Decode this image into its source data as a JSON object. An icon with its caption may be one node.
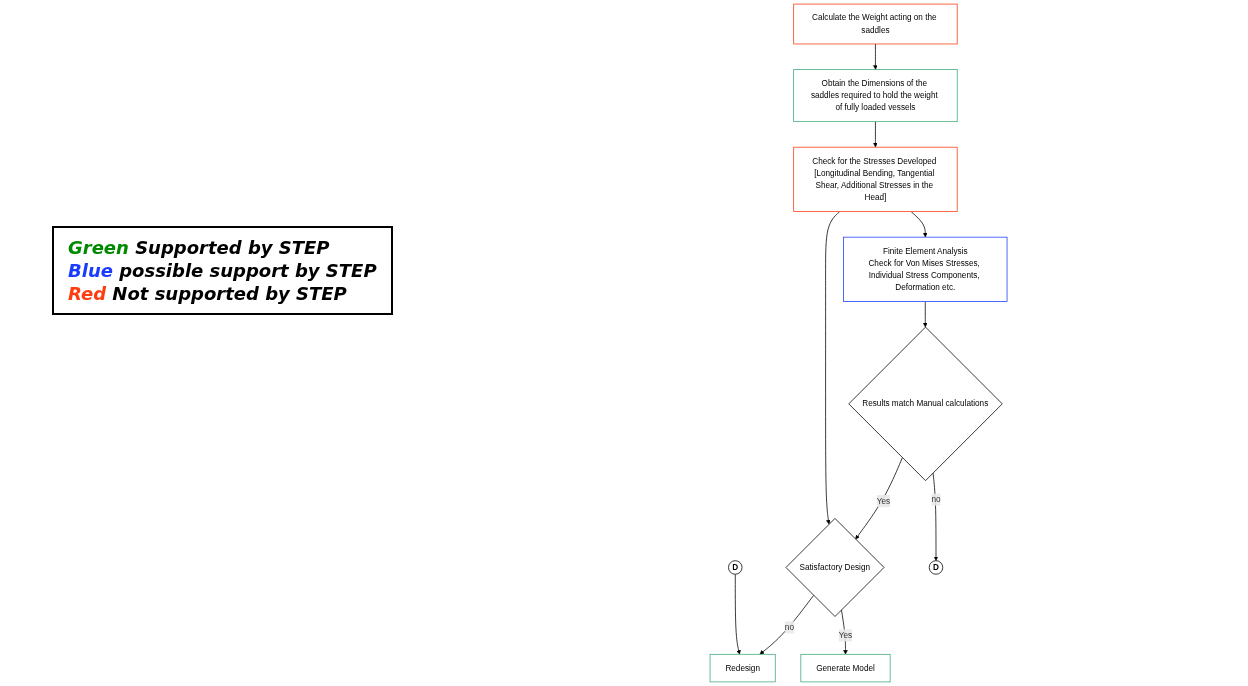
{
  "diagram": {
    "nodes": [
      {
        "text": [
          "Calculate the Weight acting on the saddles"
        ]
      },
      {
        "text": [
          "Obtain the Dimensions of the saddles required to hold the weight of fully loaded vessels"
        ]
      },
      {
        "text": [
          "Check for the Stresses Developed [Longitudinal Bending, Tangential Shear, Additional Stresses in the Head]"
        ]
      },
      {
        "text": [
          "Finite Element Analysis",
          "Check for Von Mises Stresses, Individual Stress Components, Deformation etc."
        ]
      },
      {
        "text": [
          "D"
        ]
      },
      {
        "text": [
          "Redesign"
        ]
      },
      {
        "text": [
          "Satisfactory Design"
        ]
      },
      {
        "text": [
          "Results match Manual calculations"
        ]
      },
      {
        "text": [
          "Generate Model"
        ]
      },
      {
        "text": [
          "D"
        ]
      }
    ],
    "edges": [
      {
        "from": 0,
        "to": 1,
        "arrow": "to"
      },
      {
        "from": 1,
        "to": 2,
        "arrow": "to"
      },
      {
        "from": 2,
        "to": 3,
        "arrow": "to"
      },
      {
        "from": 2,
        "to": 6,
        "arrow": "to"
      },
      {
        "from": 3,
        "to": 7,
        "arrow": "to"
      },
      {
        "from": 4,
        "to": 5,
        "arrow": "to"
      },
      {
        "from": 6,
        "to": 5,
        "label": "no",
        "arrow": "to"
      },
      {
        "from": 7,
        "to": 6,
        "label": "Yes",
        "arrow": "to"
      },
      {
        "from": 6,
        "to": 8,
        "label": "Yes",
        "arrow": "to"
      },
      {
        "from": 7,
        "to": 9,
        "label": "no",
        "arrow": "to"
      }
    ],
    "legend": [
      {
        "text": "Green Supported by STEP",
        "color": "#008a00"
      },
      {
        "text": "Blue possible support by STEP",
        "color": "#1a3cff"
      },
      {
        "text": "Red Not supported by STEP",
        "color": "#ff3b10"
      }
    ]
  }
}
